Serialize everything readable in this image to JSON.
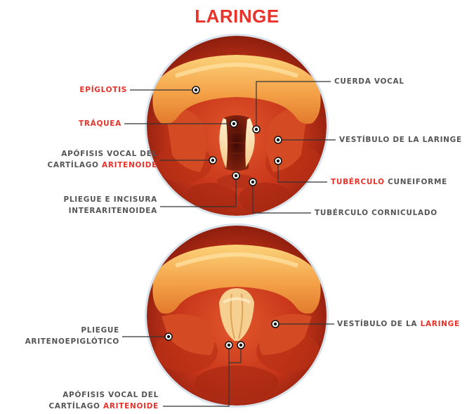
{
  "title": "LARINGE",
  "colors": {
    "title": "#e8322a",
    "highlight": "#e8322a",
    "label": "#555555",
    "line": "#333333",
    "tissue": "#d0401f"
  },
  "top_view": {
    "epiglotis": "EPÍGLOTIS",
    "traquea": "TRÁQUEA",
    "apofisis_line1": "APÓFISIS VOCAL DEL",
    "apofisis_line2_prefix": "CARTÍLAGO ",
    "apofisis_line2_highlight": "ARITENOIDE",
    "pliegue_line1": "PLIEGUE E INCISURA",
    "pliegue_line2": "INTERARITENOIDEA",
    "cuerda_vocal": "CUERDA VOCAL",
    "vestibulo": "VESTÍBULO DE LA LARINGE",
    "tuberculo_cuneiforme_highlight": "TUBÉRCULO",
    "tuberculo_cuneiforme_suffix": " CUNEIFORME",
    "tuberculo_corniculado": "TUBÉRCULO CORNICULADO"
  },
  "bottom_view": {
    "pliegue_line1": "PLIEGUE",
    "pliegue_line2": "ARITENOEPIGLÓTICO",
    "vestibulo_prefix": "VESTÍBULO DE LA ",
    "vestibulo_highlight": "LARINGE",
    "apofisis_line1": "APÓFISIS VOCAL DEL",
    "apofisis_line2_prefix": "CARTÍLAGO ",
    "apofisis_line2_highlight": "ARITENOIDE"
  }
}
